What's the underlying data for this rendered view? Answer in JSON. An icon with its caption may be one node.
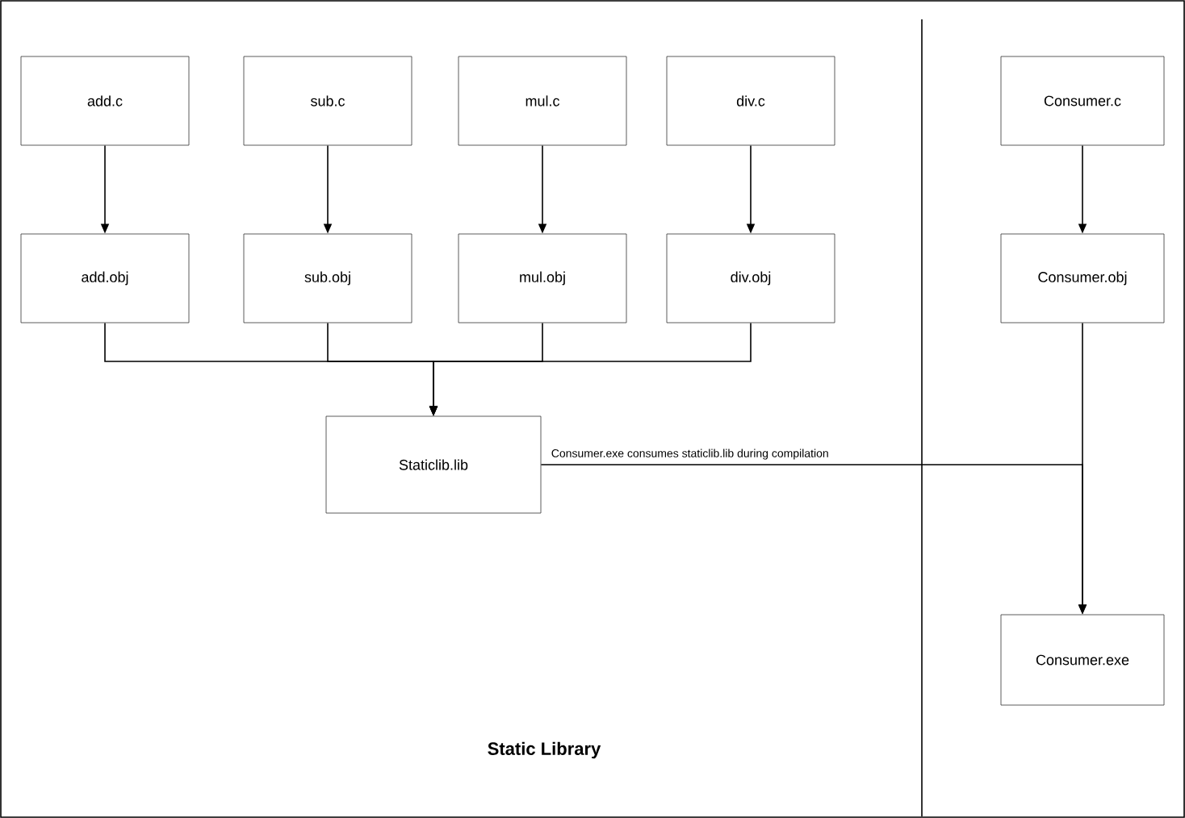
{
  "diagram": {
    "title": "Static Library",
    "nodes": [
      {
        "text": [
          "add.c"
        ]
      },
      {
        "text": [
          "sub.c"
        ]
      },
      {
        "text": [
          "mul.c"
        ]
      },
      {
        "text": [
          "div.c"
        ]
      },
      {
        "text": [
          "Consumer.c"
        ]
      },
      {
        "text": [
          "add.obj"
        ]
      },
      {
        "text": [
          "sub.obj"
        ]
      },
      {
        "text": [
          "mul.obj"
        ]
      },
      {
        "text": [
          "div.obj"
        ]
      },
      {
        "text": [
          "Consumer.obj"
        ]
      },
      {
        "text": [
          "Staticlib.lib"
        ]
      },
      {
        "text": [
          "Consumer.exe"
        ]
      }
    ],
    "edges": [
      {
        "from": 0,
        "to": 5,
        "arrow": "to"
      },
      {
        "from": 1,
        "to": 6,
        "arrow": "to"
      },
      {
        "from": 2,
        "to": 7,
        "arrow": "to"
      },
      {
        "from": 3,
        "to": 8,
        "arrow": "to"
      },
      {
        "from": 4,
        "to": 9,
        "arrow": "to"
      },
      {
        "from": 5,
        "to": 10,
        "arrow": "to"
      },
      {
        "from": 6,
        "to": 10,
        "arrow": "to"
      },
      {
        "from": 7,
        "to": 10,
        "arrow": "to"
      },
      {
        "from": 8,
        "to": 10,
        "arrow": "to"
      },
      {
        "from": 9,
        "to": 11,
        "arrow": "to"
      },
      {
        "from": 10,
        "to": 11,
        "arrow": "to",
        "label": "Consumer.exe consumes staticlib.lib during compilation"
      }
    ]
  }
}
